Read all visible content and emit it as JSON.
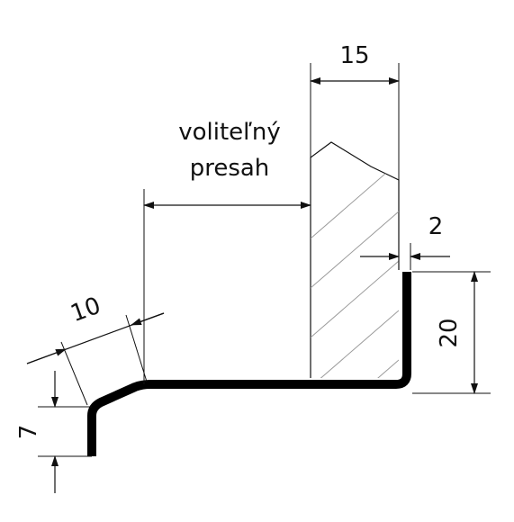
{
  "labels": {
    "wall_width": "15",
    "gap": "2",
    "height_right": "20",
    "slope_length": "10",
    "height_left": "7",
    "overhang_line1": "voliteľný",
    "overhang_line2": "presah"
  },
  "colors": {
    "ink": "#111111",
    "profile": "#000000",
    "hatch": "#9a9a9a",
    "background": "#ffffff"
  }
}
